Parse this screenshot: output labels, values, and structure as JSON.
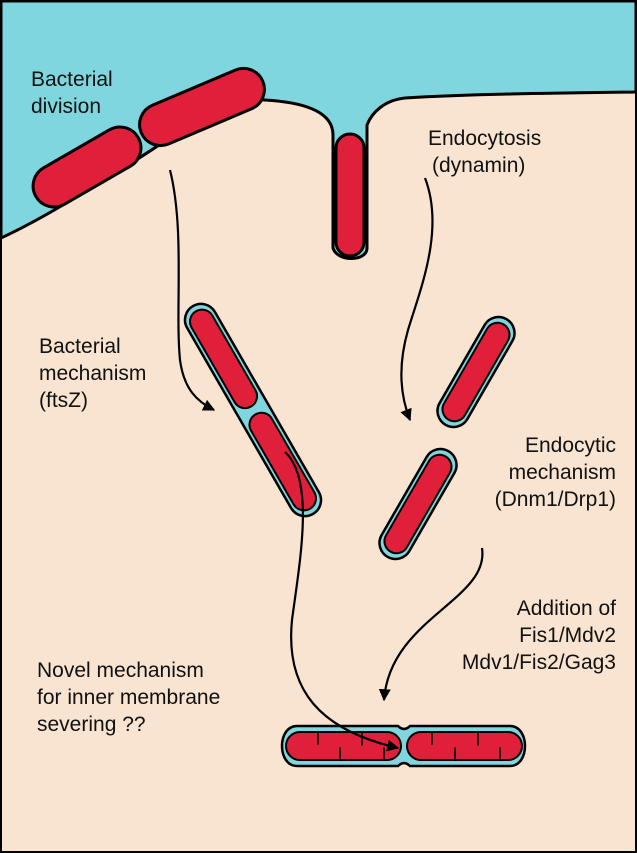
{
  "colors": {
    "cytoplasm": "#f8e4d0",
    "exterior": "#7fd6de",
    "bacterium": "#e0203a",
    "membrane": "#7fd6de",
    "outline": "#000000"
  },
  "labels": {
    "bacterial_division": [
      "Bacterial",
      "division"
    ],
    "endocytosis": [
      "Endocytosis",
      "(dynamin)"
    ],
    "bacterial_mechanism": [
      "Bacterial",
      "mechanism",
      "(ftsZ)"
    ],
    "endocytic_mechanism": [
      "Endocytic",
      "mechanism",
      "(Dnm1/Drp1)"
    ],
    "addition": [
      "Addition of",
      "Fis1/Mdv2",
      "Mdv1/Fis2/Gag3"
    ],
    "novel_mechanism": [
      "Novel mechanism",
      "for inner membrane",
      "severing ??"
    ]
  }
}
